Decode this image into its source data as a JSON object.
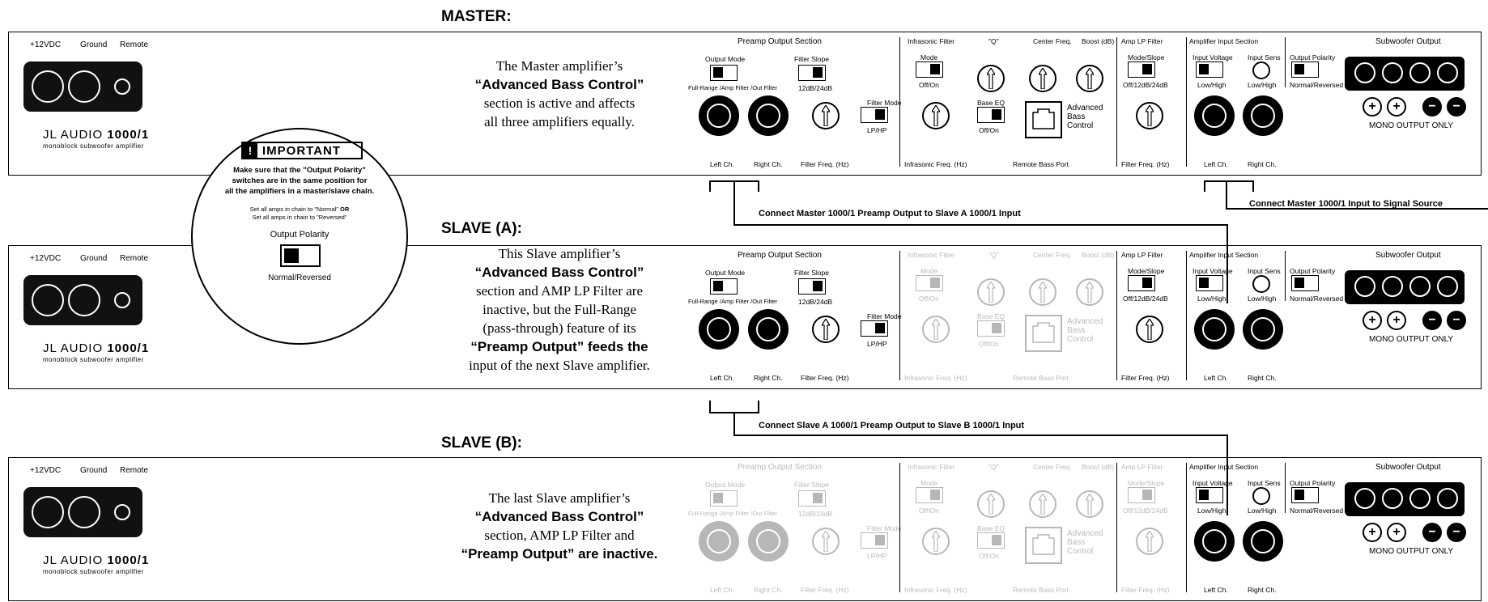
{
  "headings": {
    "master": "MASTER:",
    "slave_a": "SLAVE (A):",
    "slave_b": "SLAVE (B):"
  },
  "power": {
    "v12": "+12VDC",
    "ground": "Ground",
    "remote": "Remote"
  },
  "brand": {
    "name_light": "JL AUDIO",
    "name_bold": "1000/1",
    "sub": "monoblock subwoofer amplifier"
  },
  "descriptions": {
    "master": [
      "The Master amplifier’s",
      "“Advanced Bass Control”",
      "section is active and affects",
      "all three amplifiers equally."
    ],
    "slave_a": [
      "This Slave amplifier’s",
      "“Advanced Bass Control”",
      "section and AMP LP Filter are",
      "inactive, but the Full-Range",
      "(pass-through) feature of its",
      "“Preamp Output” feeds the",
      "input of the next Slave amplifier."
    ],
    "slave_b": [
      "The last Slave amplifier’s",
      "“Advanced Bass Control”",
      "section, AMP LP Filter and",
      "“Preamp Output” are inactive."
    ]
  },
  "important": {
    "badge_mark": "!",
    "title": "IMPORTANT",
    "msg": [
      "Make sure that the \"Output Polarity\"",
      "switches are in the same position for",
      "all the amplifiers in a master/slave chain."
    ],
    "small1": "Set all amps in chain to \"Normal\"",
    "small_or": "OR",
    "small2": "Set all amps in chain to \"Reversed\"",
    "polarity_label": "Output Polarity",
    "polarity_options": "Normal/Reversed"
  },
  "panel": {
    "preamp_section": "Preamp Output Section",
    "output_mode": "Output Mode",
    "filter_slope": "Filter Slope",
    "slope_vals": "12dB/24dB",
    "filter_mode": "Filter Mode",
    "filter_mode_vals": "LP/HP",
    "full_range": "Full-Range /Amp Filter /Out Filter",
    "filter_freq": "Filter Freq. (Hz)",
    "left_ch": "Left Ch.",
    "right_ch": "Right Ch.",
    "infrasonic_filter": "Infrasonic Filter",
    "mode": "Mode",
    "off_on": "Off/On",
    "q": "\"Q\"",
    "center_freq": "Center Freq.",
    "boost": "Boost (dB)",
    "bass_eq": "Base EQ",
    "advanced_bass": [
      "Advanced",
      "Bass",
      "Control"
    ],
    "infrasonic_freq": "Infrasonic Freq. (Hz)",
    "remote_bass_port": "Remote Bass Port",
    "amp_lp_filter": "Amp LP Filter",
    "mode_slope": "Mode/Slope",
    "mode_slope_vals": "Off/12dB/24dB",
    "filter_freq_short": "Filter Freq. (Hz)",
    "amp_input_section": "Amplifier Input Section",
    "input_voltage": "Input Voltage",
    "input_sens": "Input Sens",
    "low_high": "Low/High",
    "output_polarity": "Output Polarity",
    "normal_reversed": "Normal/Reversed",
    "subwoofer_output": "Subwoofer Output",
    "mono_output": "MONO OUTPUT ONLY",
    "term_plus": "+",
    "term_minus": "−"
  },
  "connections": {
    "master_to_a": "Connect Master 1000/1 Preamp Output to Slave A 1000/1 Input",
    "master_input": "Connect Master 1000/1 Input to Signal Source",
    "a_to_b": "Connect Slave A 1000/1 Preamp Output to Slave B 1000/1 Input"
  }
}
